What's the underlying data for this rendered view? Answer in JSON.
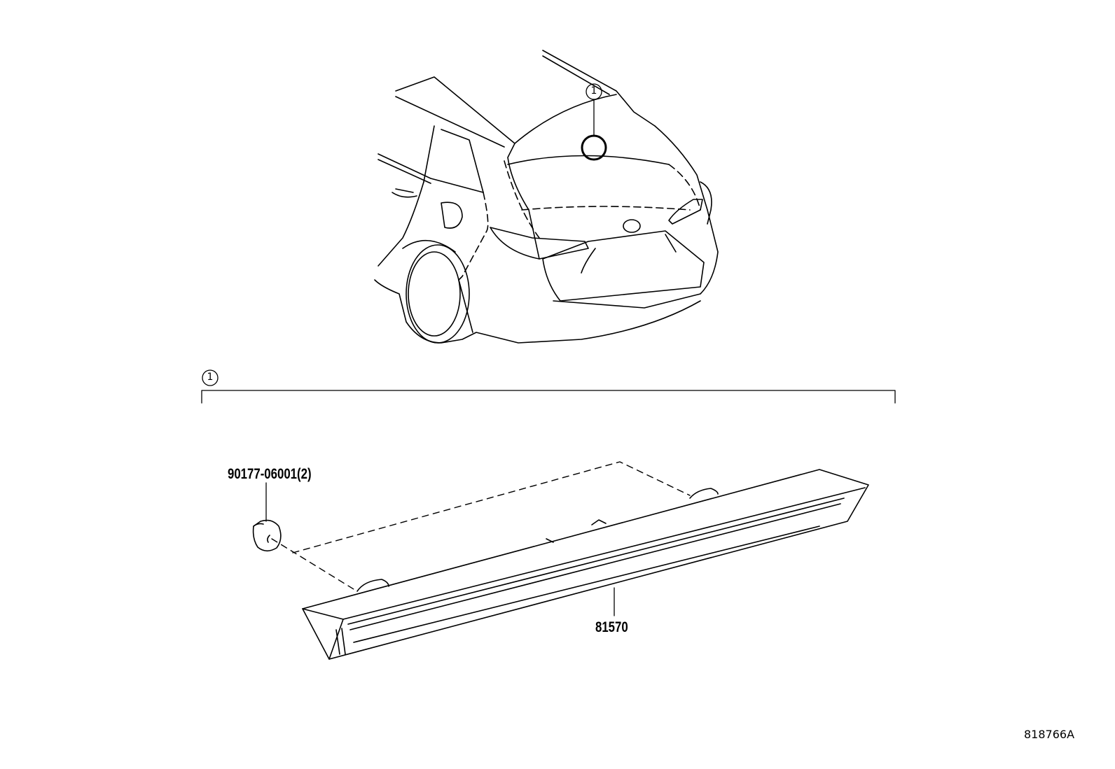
{
  "diagram": {
    "callout_number": "1",
    "parts": [
      {
        "part_no": "90177-06001(2)"
      },
      {
        "part_no": "81570"
      }
    ],
    "reference_code": "818766A",
    "line_color": "#000000",
    "background": "#ffffff"
  }
}
